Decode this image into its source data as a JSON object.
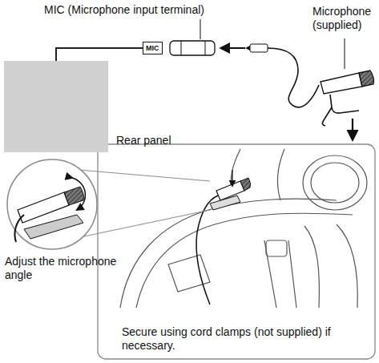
{
  "diagram": {
    "nodes": [
      {
        "text": [
          "Rear panel"
        ]
      },
      {
        "text": [
          "MIC"
        ]
      },
      {
        "text": [
          "Secure using cord clamps (not supplied) if necessary."
        ]
      }
    ],
    "edges": [
      {
        "from": 0,
        "to": 1,
        "arrow": "none"
      }
    ],
    "labels": [
      "MIC (Microphone input terminal)",
      "Microphone (supplied)",
      "Adjust the microphone angle"
    ]
  }
}
